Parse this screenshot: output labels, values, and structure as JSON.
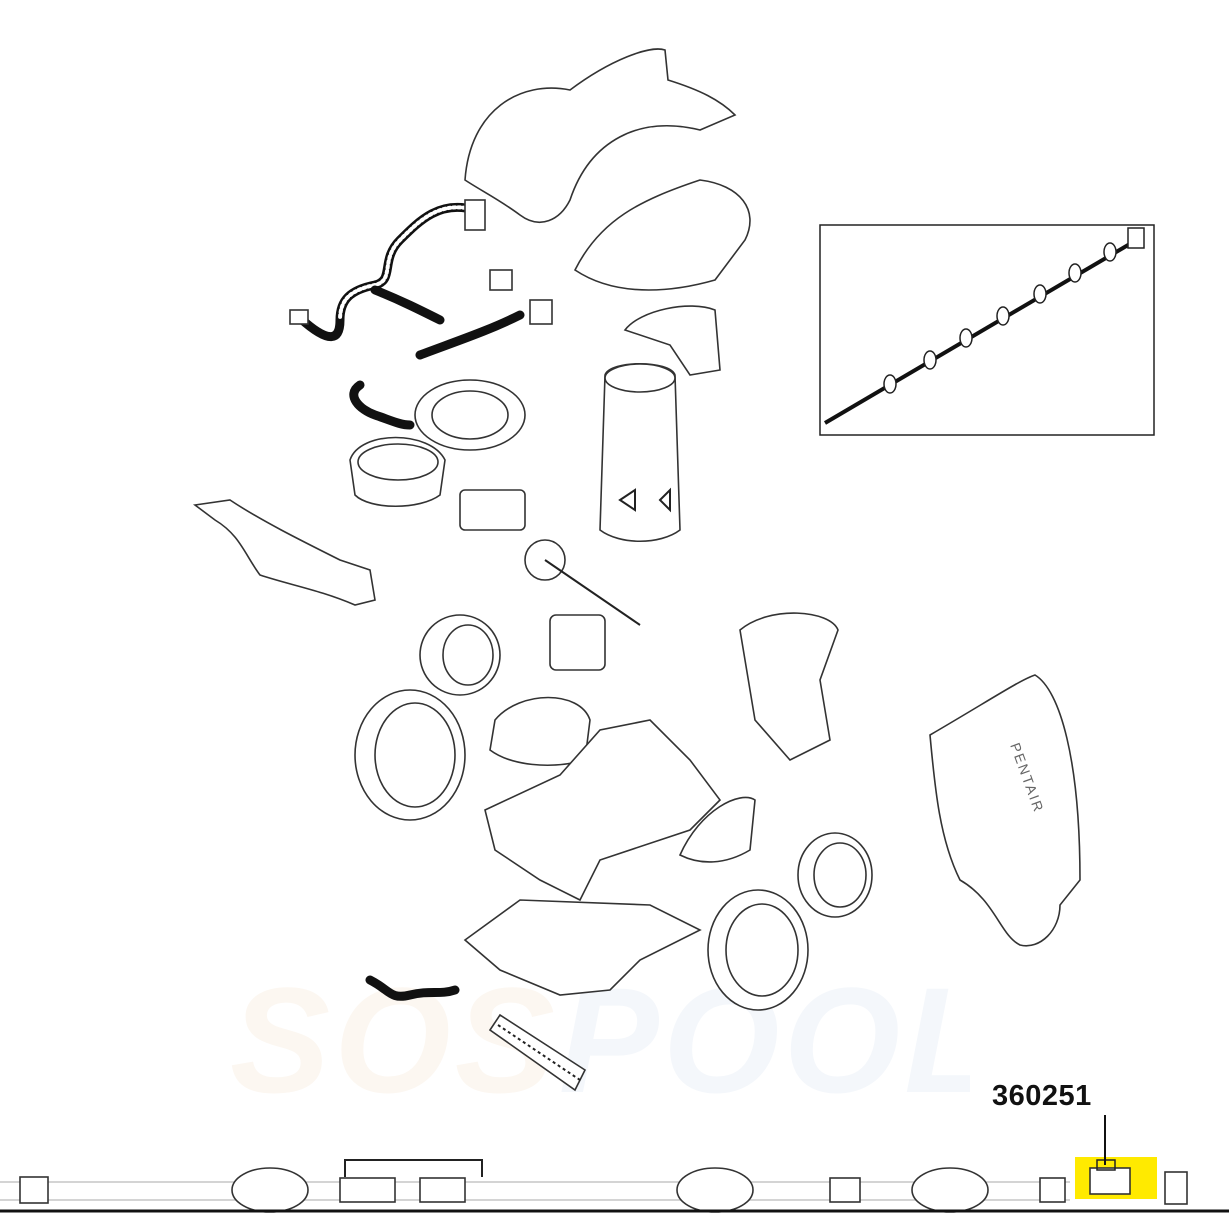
{
  "diagram": {
    "title": "Pool cleaner exploded parts diagram",
    "highlighted_part": {
      "number": "360251",
      "highlight_color": "#ffea00"
    },
    "bag_brand": "PENTAIR",
    "watermark": {
      "part1": "SOS",
      "part2": "POOL"
    }
  }
}
